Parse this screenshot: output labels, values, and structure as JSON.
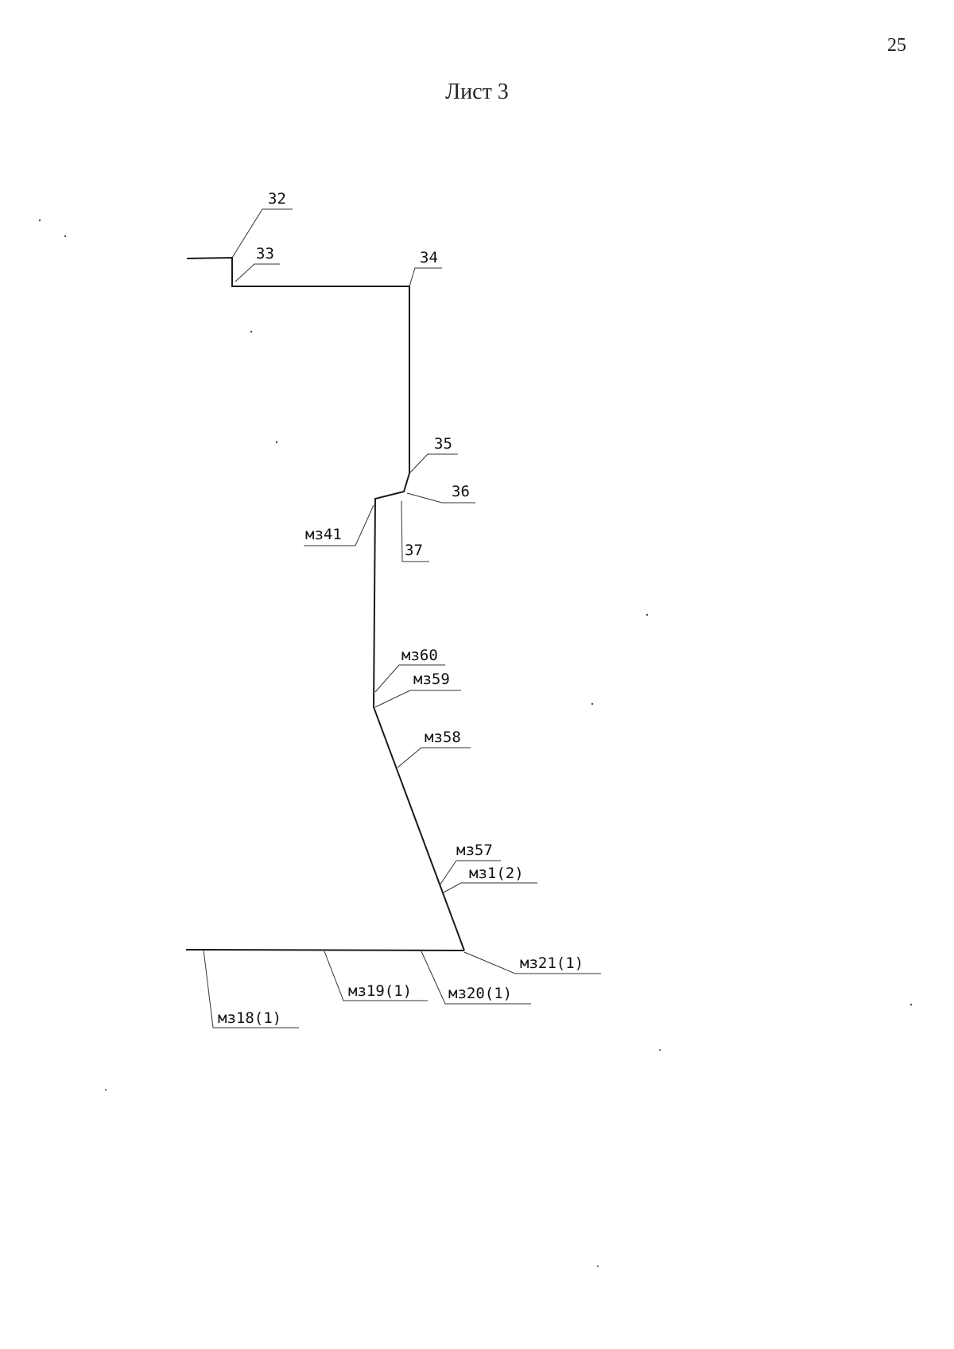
{
  "page": {
    "number": "25",
    "title": "Лист 3"
  },
  "points": [
    {
      "key": "p32",
      "label": "32"
    },
    {
      "key": "p33",
      "label": "33"
    },
    {
      "key": "p34",
      "label": "34"
    },
    {
      "key": "p35",
      "label": "35"
    },
    {
      "key": "p36",
      "label": "36"
    },
    {
      "key": "p37",
      "label": "37"
    },
    {
      "key": "mz41",
      "label": "мз41"
    },
    {
      "key": "mz60",
      "label": "мз60"
    },
    {
      "key": "mz59",
      "label": "мз59"
    },
    {
      "key": "mz58",
      "label": "мз58"
    },
    {
      "key": "mz57",
      "label": "мз57"
    },
    {
      "key": "mz1",
      "label": "мз1(2)"
    },
    {
      "key": "mz21",
      "label": "мз21(1)"
    },
    {
      "key": "mz20",
      "label": "мз20(1)"
    },
    {
      "key": "mz19",
      "label": "мз19(1)"
    },
    {
      "key": "mz18",
      "label": "мз18(1)"
    }
  ]
}
